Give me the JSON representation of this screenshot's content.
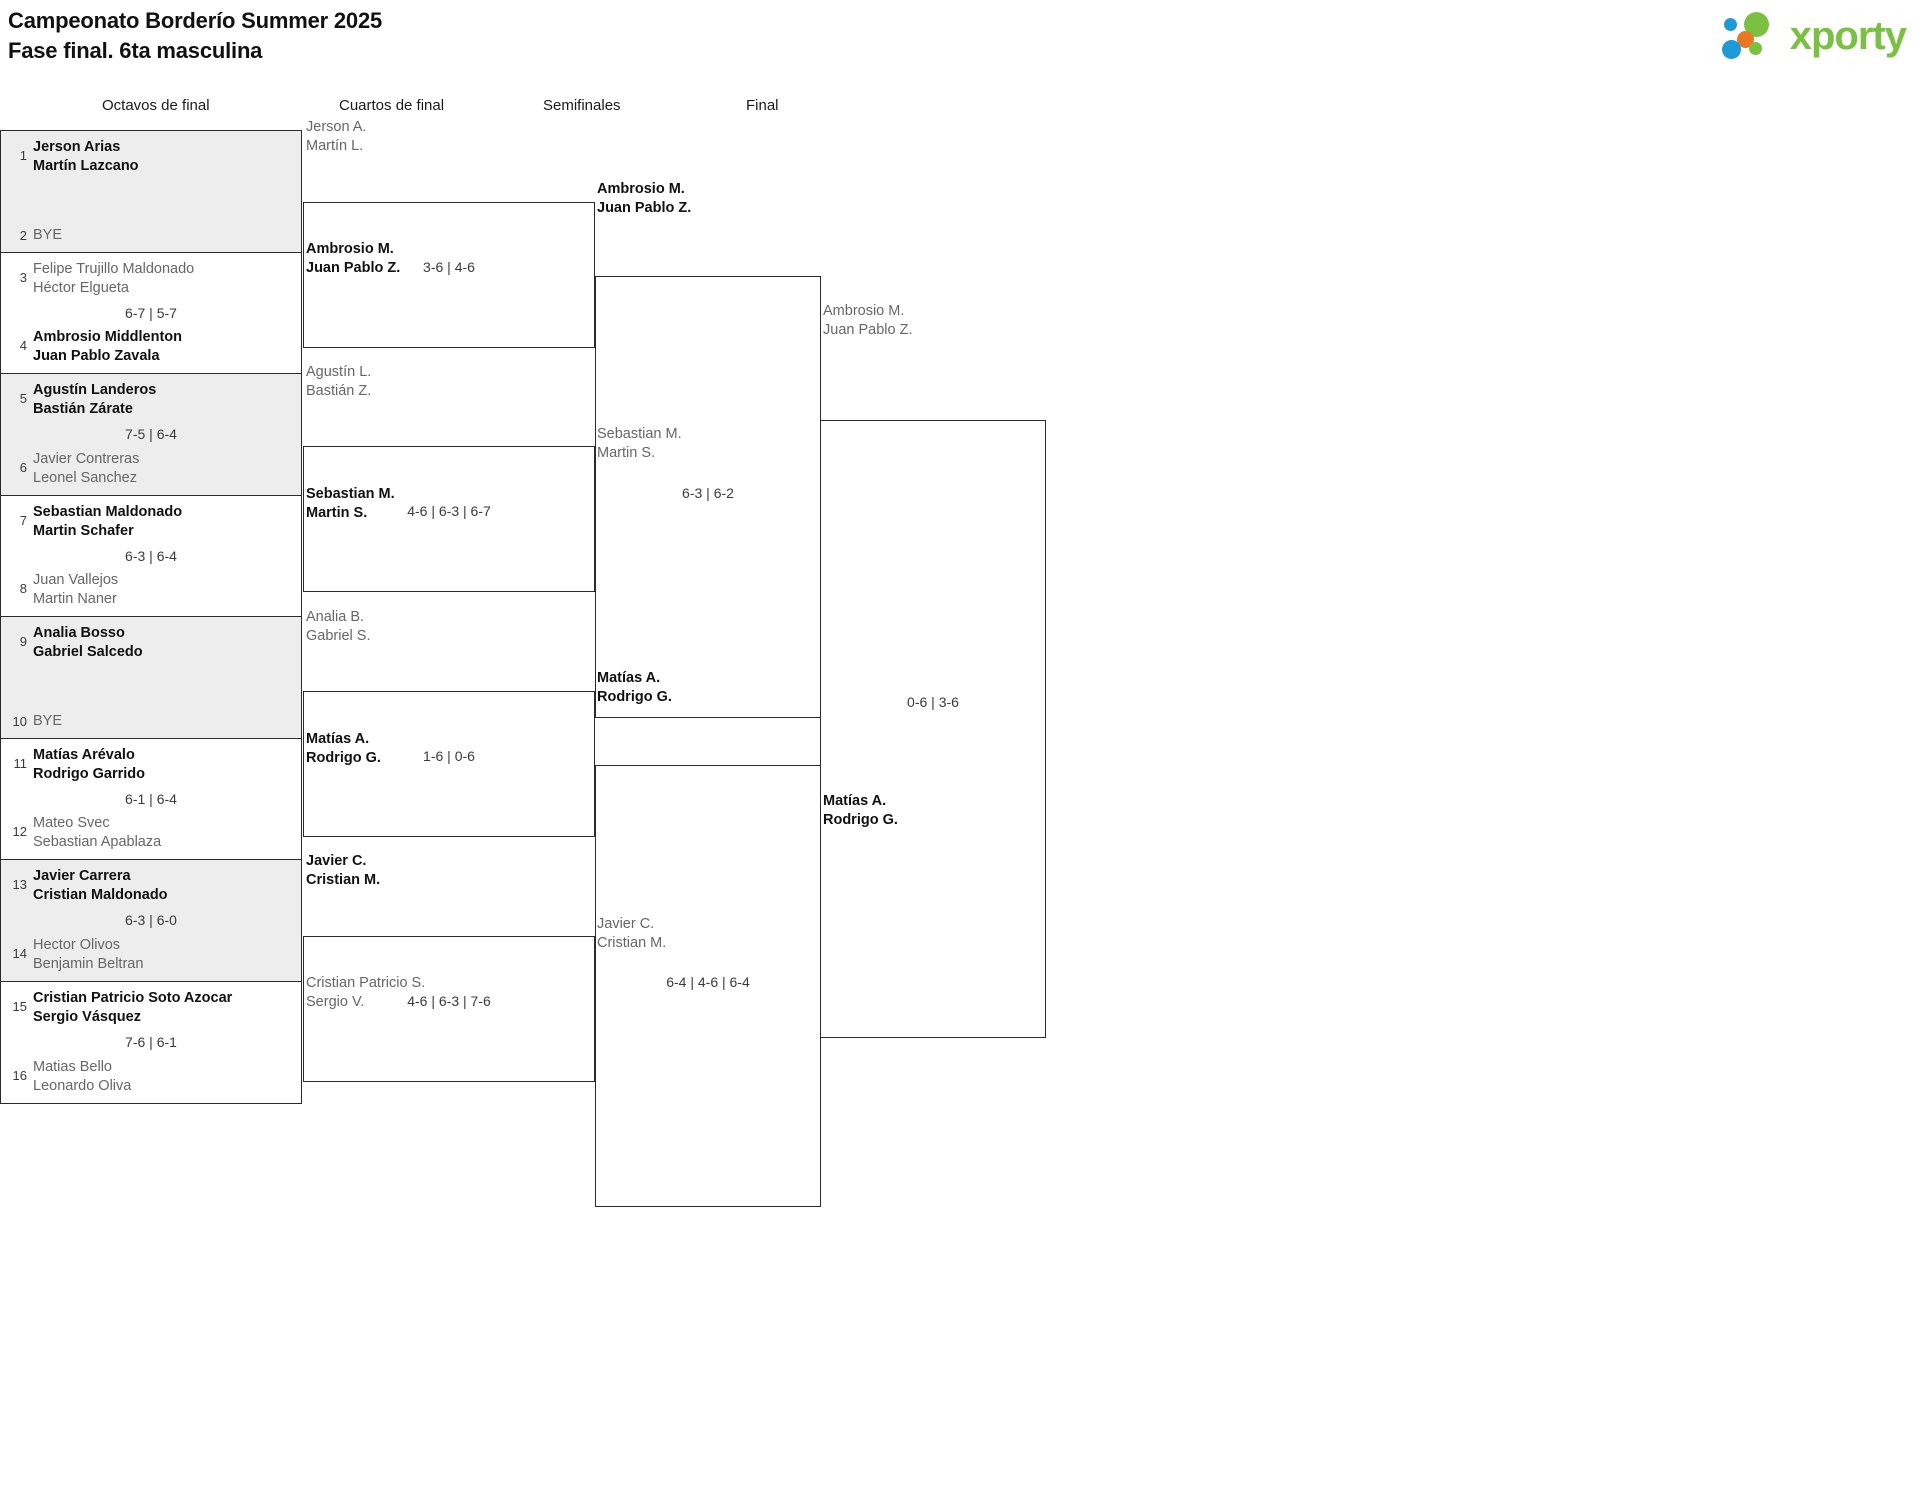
{
  "header": {
    "title_line1": "Campeonato Borderío Summer 2025",
    "title_line2": "Fase final. 6ta masculina",
    "logo_word": "xporty",
    "logo_colors": {
      "green": "#7ac143",
      "blue": "#1e9ad6",
      "orange": "#e87722"
    }
  },
  "rounds": [
    {
      "id": "r16",
      "label": "Octavos de final"
    },
    {
      "id": "qf",
      "label": "Cuartos de final"
    },
    {
      "id": "sf",
      "label": "Semifinales"
    },
    {
      "id": "f",
      "label": "Final"
    }
  ],
  "r16": {
    "matches": [
      {
        "shaded": true,
        "score": "",
        "top": {
          "seed": "1",
          "line1": "Jerson Arias",
          "line2": "Martín Lazcano",
          "winner": true,
          "bye": false
        },
        "bottom": {
          "seed": "2",
          "line1": "BYE",
          "line2": "",
          "winner": false,
          "bye": true
        }
      },
      {
        "shaded": false,
        "score": "6-7 | 5-7",
        "top": {
          "seed": "3",
          "line1": "Felipe Trujillo Maldonado",
          "line2": "Héctor Elgueta",
          "winner": false,
          "bye": false
        },
        "bottom": {
          "seed": "4",
          "line1": "Ambrosio Middlenton",
          "line2": "Juan Pablo Zavala",
          "winner": true,
          "bye": false
        }
      },
      {
        "shaded": true,
        "score": "7-5 | 6-4",
        "top": {
          "seed": "5",
          "line1": "Agustín Landeros",
          "line2": "Bastián Zárate",
          "winner": true,
          "bye": false
        },
        "bottom": {
          "seed": "6",
          "line1": "Javier Contreras",
          "line2": "Leonel Sanchez",
          "winner": false,
          "bye": false
        }
      },
      {
        "shaded": false,
        "score": "6-3 | 6-4",
        "top": {
          "seed": "7",
          "line1": "Sebastian Maldonado",
          "line2": "Martin Schafer",
          "winner": true,
          "bye": false
        },
        "bottom": {
          "seed": "8",
          "line1": "Juan Vallejos",
          "line2": "Martin Naner",
          "winner": false,
          "bye": false
        }
      },
      {
        "shaded": true,
        "score": "",
        "top": {
          "seed": "9",
          "line1": "Analia Bosso",
          "line2": "Gabriel Salcedo",
          "winner": true,
          "bye": false
        },
        "bottom": {
          "seed": "10",
          "line1": "BYE",
          "line2": "",
          "winner": false,
          "bye": true
        }
      },
      {
        "shaded": false,
        "score": "6-1 | 6-4",
        "top": {
          "seed": "11",
          "line1": "Matías Arévalo",
          "line2": "Rodrigo Garrido",
          "winner": true,
          "bye": false
        },
        "bottom": {
          "seed": "12",
          "line1": "Mateo Svec",
          "line2": "Sebastian Apablaza",
          "winner": false,
          "bye": false
        }
      },
      {
        "shaded": true,
        "score": "6-3 | 6-0",
        "top": {
          "seed": "13",
          "line1": "Javier Carrera",
          "line2": "Cristian Maldonado",
          "winner": true,
          "bye": false
        },
        "bottom": {
          "seed": "14",
          "line1": "Hector Olivos",
          "line2": "Benjamin Beltran",
          "winner": false,
          "bye": false
        }
      },
      {
        "shaded": false,
        "score": "7-6 | 6-1",
        "top": {
          "seed": "15",
          "line1": "Cristian Patricio Soto Azocar",
          "line2": "Sergio Vásquez",
          "winner": true,
          "bye": false
        },
        "bottom": {
          "seed": "16",
          "line1": "Matias Bello",
          "line2": "Leonardo Oliva",
          "winner": false,
          "bye": false
        }
      }
    ]
  },
  "qf": {
    "matches": [
      {
        "score": "3-6 | 4-6",
        "top": {
          "line1": "Jerson A.",
          "line2": "Martín L.",
          "winner": false
        },
        "bottom": {
          "line1": "Ambrosio M.",
          "line2": "Juan Pablo Z.",
          "winner": true
        }
      },
      {
        "score": "4-6 | 6-3 | 6-7",
        "top": {
          "line1": "Agustín L.",
          "line2": "Bastián Z.",
          "winner": false
        },
        "bottom": {
          "line1": "Sebastian M.",
          "line2": "Martin S.",
          "winner": true
        }
      },
      {
        "score": "1-6 | 0-6",
        "top": {
          "line1": "Analia B.",
          "line2": "Gabriel S.",
          "winner": false
        },
        "bottom": {
          "line1": "Matías A.",
          "line2": "Rodrigo G.",
          "winner": true
        }
      },
      {
        "score": "4-6 | 6-3 | 7-6",
        "top": {
          "line1": "Javier C.",
          "line2": "Cristian M.",
          "winner": true
        },
        "bottom": {
          "line1": "Cristian Patricio S.",
          "line2": "Sergio V.",
          "winner": false
        }
      }
    ]
  },
  "sf": {
    "matches": [
      {
        "score": "6-3 | 6-2",
        "top": {
          "line1": "Ambrosio M.",
          "line2": "Juan Pablo Z.",
          "winner": true
        },
        "bottom": {
          "line1": "Sebastian M.",
          "line2": "Martin S.",
          "winner": false
        }
      },
      {
        "score": "6-4 | 4-6 | 6-4",
        "top": {
          "line1": "Matías A.",
          "line2": "Rodrigo G.",
          "winner": true
        },
        "bottom": {
          "line1": "Javier C.",
          "line2": "Cristian M.",
          "winner": false
        }
      }
    ]
  },
  "final": {
    "match": {
      "score": "0-6 | 3-6",
      "top": {
        "line1": "Ambrosio M.",
        "line2": "Juan Pablo Z.",
        "winner": false
      },
      "bottom": {
        "line1": "Matías A.",
        "line2": "Rodrigo G.",
        "winner": true
      }
    }
  }
}
